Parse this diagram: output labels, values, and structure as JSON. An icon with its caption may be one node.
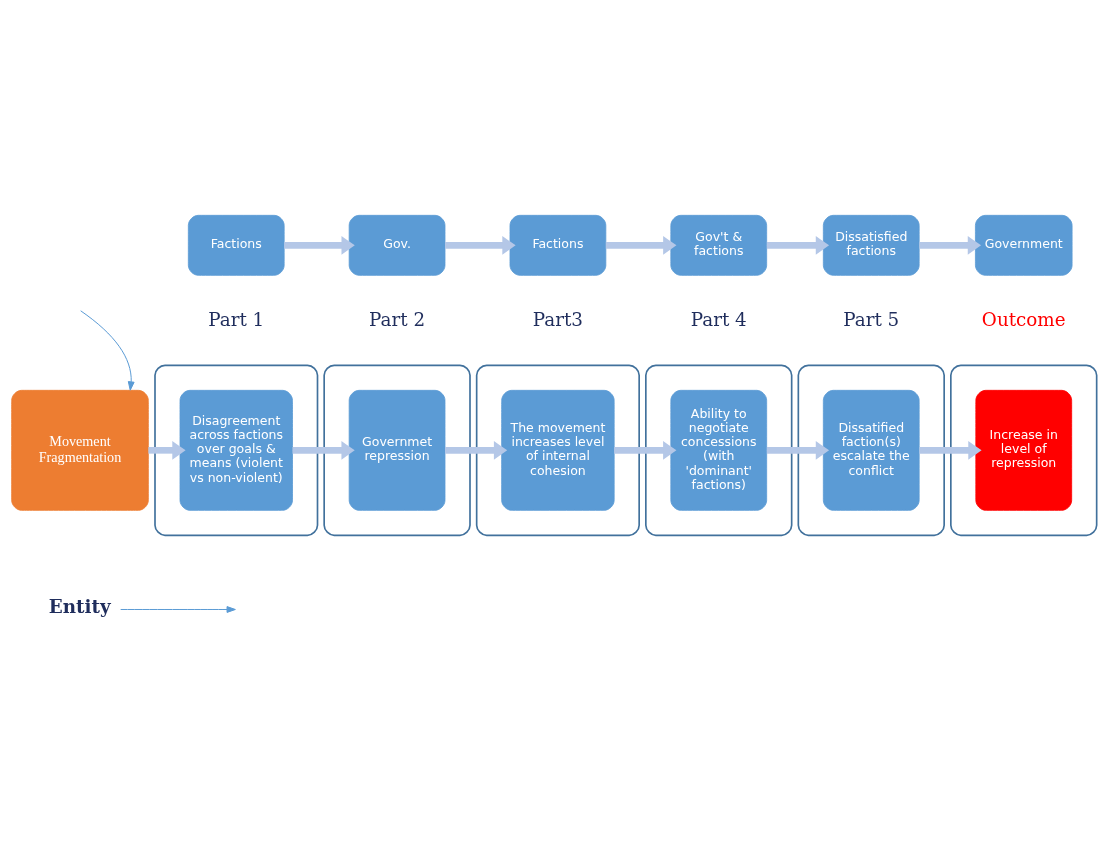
{
  "diagram": {
    "nodes": [
      {
        "text": [
          "Movement Fragmentation"
        ]
      },
      {
        "text": [],
        "shape": "box"
      },
      {
        "text": [
          "Disagreement across factions over goals & means (violent vs non-violent)"
        ],
        "in": 1
      },
      {
        "text": [],
        "shape": "box"
      },
      {
        "text": [
          "Governmet repression"
        ],
        "in": 3
      },
      {
        "text": [],
        "shape": "box"
      },
      {
        "text": [
          "The movement increases level of internal cohesion"
        ],
        "in": 5
      },
      {
        "text": [],
        "shape": "box"
      },
      {
        "text": [
          "Ability to negotiate concessions (with 'dominant' factions)"
        ],
        "in": 7
      },
      {
        "text": [],
        "shape": "box"
      },
      {
        "text": [
          "Dissatified faction(s) escalate the conflict"
        ],
        "in": 9
      },
      {
        "text": [],
        "shape": "box"
      },
      {
        "text": [
          "Increase in level of repression"
        ],
        "in": 11
      },
      {
        "text": [
          "Factions"
        ]
      },
      {
        "text": [
          "Gov."
        ]
      },
      {
        "text": [
          "Factions"
        ]
      },
      {
        "text": [
          "Gov't & factions"
        ]
      },
      {
        "text": [
          "Dissatisfied factions"
        ]
      },
      {
        "text": [
          "Government"
        ]
      },
      {
        "text": [
          "Entity"
        ]
      }
    ],
    "edges": [
      {
        "from": null,
        "to": 0,
        "arrow": "to",
        "color": "#5b9bd5"
      },
      {
        "from": 0,
        "to": 2,
        "arrow": "to"
      },
      {
        "from": 2,
        "to": 4,
        "arrow": "to"
      },
      {
        "from": 4,
        "to": 6,
        "arrow": "to"
      },
      {
        "from": 6,
        "to": 8,
        "arrow": "to"
      },
      {
        "from": 8,
        "to": 10,
        "arrow": "to"
      },
      {
        "from": 10,
        "to": 12,
        "arrow": "to"
      },
      {
        "from": 13,
        "to": 14,
        "arrow": "to"
      },
      {
        "from": 14,
        "to": 15,
        "arrow": "to"
      },
      {
        "from": 15,
        "to": 16,
        "arrow": "to"
      },
      {
        "from": 16,
        "to": 17,
        "arrow": "to"
      },
      {
        "from": 17,
        "to": 18,
        "arrow": "to"
      },
      {
        "from": 19,
        "to": null,
        "arrow": "to",
        "color": "#5b9bd5"
      }
    ],
    "labels": [
      "Part 1",
      "Part 2",
      "Part3",
      "Part 4",
      "Part 5",
      "Outcome"
    ]
  }
}
